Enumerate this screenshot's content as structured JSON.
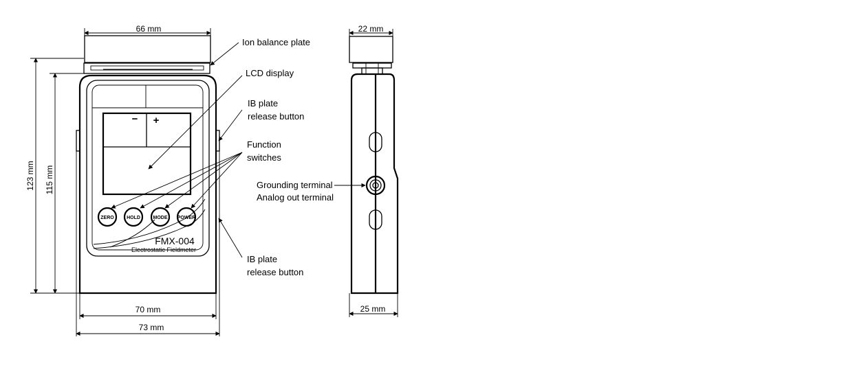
{
  "front_view": {
    "width_top": "66 mm",
    "height_outer": "123 mm",
    "height_inner": "115 mm",
    "width_body": "70 mm",
    "width_total": "73 mm",
    "minus_sign": "−",
    "plus_sign": "+",
    "buttons": [
      "ZERO",
      "HOLD",
      "MODE",
      "POWER"
    ],
    "model": "FMX-004",
    "subtitle": "Electrostatic Fieldmeter"
  },
  "side_view": {
    "width_top": "22 mm",
    "width_bottom": "25 mm"
  },
  "callouts": {
    "ion_balance_plate": "Ion balance plate",
    "lcd_display": "LCD display",
    "ib_release_top": [
      "IB plate",
      "release button"
    ],
    "function_switches": [
      "Function",
      "switches"
    ],
    "grounding": [
      "Grounding terminal",
      "Analog out terminal"
    ],
    "ib_release_bottom": [
      "IB plate",
      "release button"
    ]
  }
}
